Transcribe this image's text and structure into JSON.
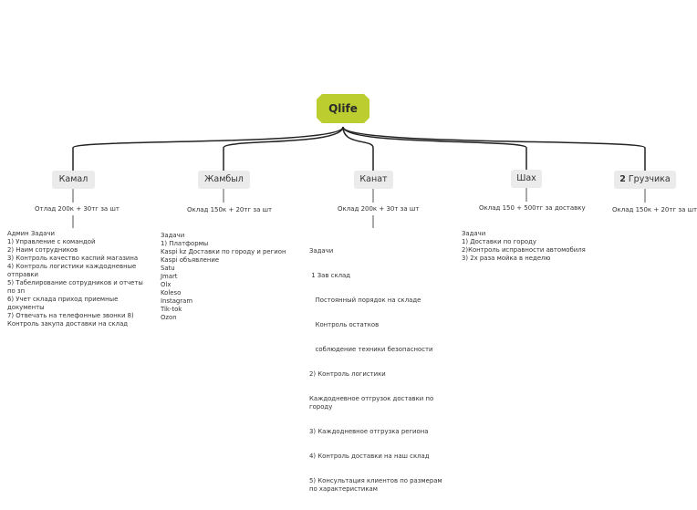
{
  "root": {
    "label": "Qlife",
    "color": "#bccd30"
  },
  "branches": [
    {
      "title": "Камал",
      "salary": "Отлад 200к + 30тг за шт",
      "notes": [
        "Админ Задачи",
        "1) Управление с командой",
        "2) Наим сотрудников",
        "3) Контроль качество  каспий магазина 4) Контроль логистики каждодневные отправки",
        "5) Табелирование сотрудников и отчеты по зп",
        "6) Учет склада приход приемные документы",
        "7) Отвечать на телефонные звонки  8) Контроль закупа доставки на склад"
      ]
    },
    {
      "title": "Жамбыл",
      "salary": "Оклад 150к + 20тг за шт",
      "notes": [
        "Задачи",
        "1) Платформы",
        "Kaspi kz Доставки по городу и регион",
        "Kaspi объявление",
        "Satu",
        "Jmart",
        "Olx",
        "Koleso",
        "Instagram",
        "Tik-tok",
        "Ozon"
      ]
    },
    {
      "title": "Канат",
      "salary": "Оклад 200к + 30т за шт",
      "notes": [
        "Задачи",
        " 1 Зав склад",
        "   Постоянный порядок на складе",
        "   Контроль остатков",
        "   соблюдение техники безопасности",
        "2) Контроль логистики",
        "Каждодневное отгрузок  доставки по городу",
        "3) Каждодневное отгрузка региона",
        "4) Контроль доставки на наш склад",
        "5) Консультация клиентов  по размерам по характеристикам"
      ]
    },
    {
      "title": "Шах",
      "salary": "Оклад 150 + 500тг за доставку",
      "notes": [
        "Задачи",
        "1) Доставки по городу",
        "2)Контроль исправности автомобиля",
        "3) 2х раза мойка в неделю"
      ]
    },
    {
      "title_number": "2",
      "title": "Грузчика",
      "salary": "Оклад 150к + 20тг за шт",
      "notes": []
    }
  ]
}
